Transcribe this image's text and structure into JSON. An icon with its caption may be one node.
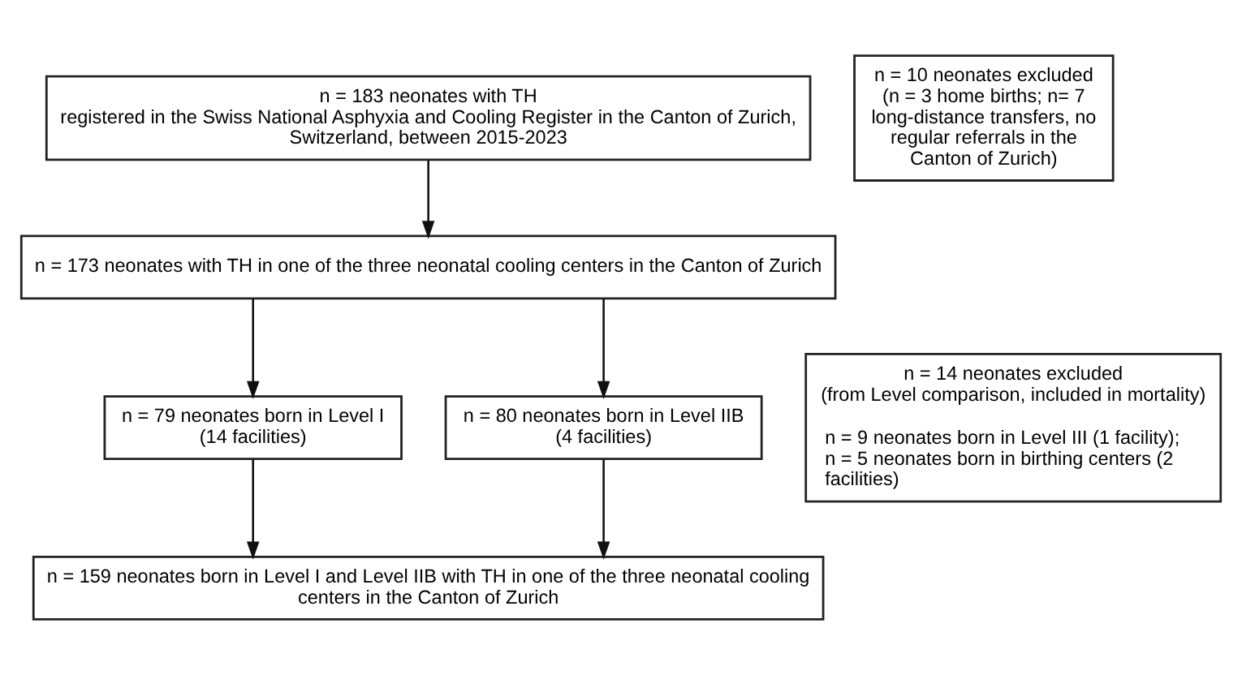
{
  "diagram": {
    "nodes": [
      {
        "text": [
          "n = 183 neonates with TH",
          "registered in the Swiss National Asphyxia and Cooling Register in the Canton of Zurich, Switzerland, between 2015-2023"
        ]
      },
      {
        "text": [
          "n = 10 neonates excluded",
          "(n = 3 home births; n= 7 long-distance transfers, no regular referrals in the Canton of Zurich)"
        ]
      },
      {
        "text": [
          "n = 173 neonates with TH in one of the three neonatal cooling centers in the Canton of Zurich"
        ]
      },
      {
        "text": [
          "n = 79 neonates born in Level I",
          "(14 facilities)"
        ]
      },
      {
        "text": [
          "n = 80 neonates born in Level IIB",
          "(4 facilities)"
        ]
      },
      {
        "text": [
          "n = 14 neonates excluded",
          "(from Level comparison, included in mortality)",
          "n = 9 neonates born in Level III (1 facility);",
          "n = 5 neonates born in birthing centers (2 facilities)"
        ]
      },
      {
        "text": [
          "n = 159 neonates born in Level I and Level IIB with TH in one of the three neonatal cooling centers in the Canton of Zurich"
        ]
      }
    ],
    "edges": [
      {
        "from": 0,
        "to": 2,
        "arrow": "to"
      },
      {
        "from": 2,
        "to": 3,
        "arrow": "to"
      },
      {
        "from": 2,
        "to": 4,
        "arrow": "to"
      },
      {
        "from": 3,
        "to": 6,
        "arrow": "to"
      },
      {
        "from": 4,
        "to": 6,
        "arrow": "to"
      }
    ]
  }
}
